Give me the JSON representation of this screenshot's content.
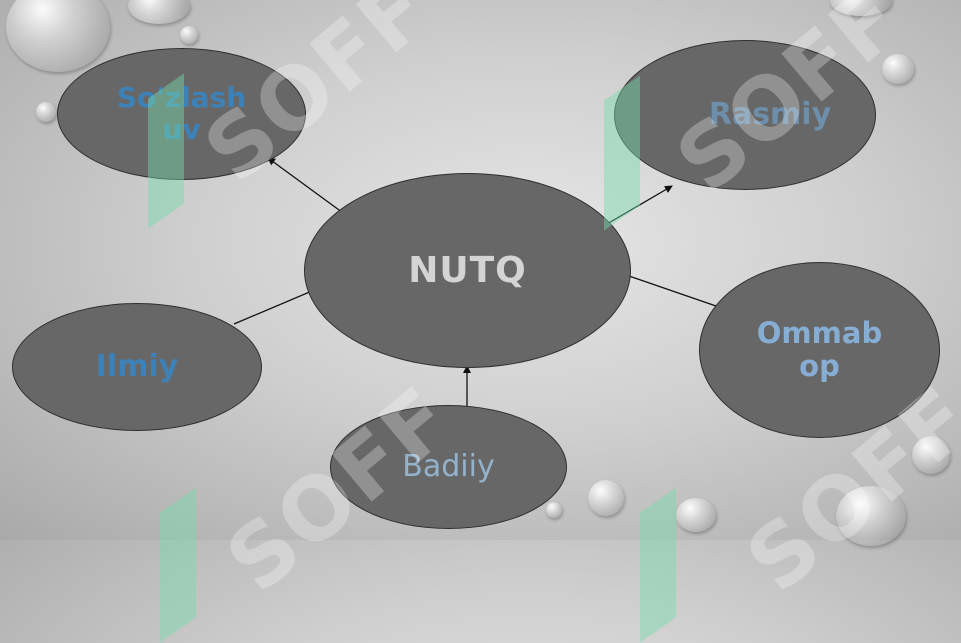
{
  "diagram": {
    "center": {
      "label": "NUTQ",
      "color": "#d4d4d4"
    },
    "nodes": [
      {
        "id": "top-left",
        "label": "So'zlash uv",
        "color": "#3c82b8"
      },
      {
        "id": "top-right",
        "label": "Rasmiy",
        "color": "#6d8fab"
      },
      {
        "id": "right",
        "label": "Ommab op",
        "color": "#86aed4"
      },
      {
        "id": "bottom",
        "label": "Badiiy",
        "color": "#93b2cc"
      },
      {
        "id": "left",
        "label": "Ilmiy",
        "color": "#3c82b8"
      }
    ],
    "edges": [
      {
        "from": "center",
        "to": "top-left",
        "arrow": true
      },
      {
        "from": "center",
        "to": "top-right",
        "arrow": true
      },
      {
        "from": "center",
        "to": "right",
        "arrow": false
      },
      {
        "from": "bottom",
        "to": "center",
        "arrow": true
      },
      {
        "from": "center",
        "to": "left",
        "arrow": false
      }
    ],
    "node_fill": "#676767",
    "edge_color": "#111111"
  }
}
